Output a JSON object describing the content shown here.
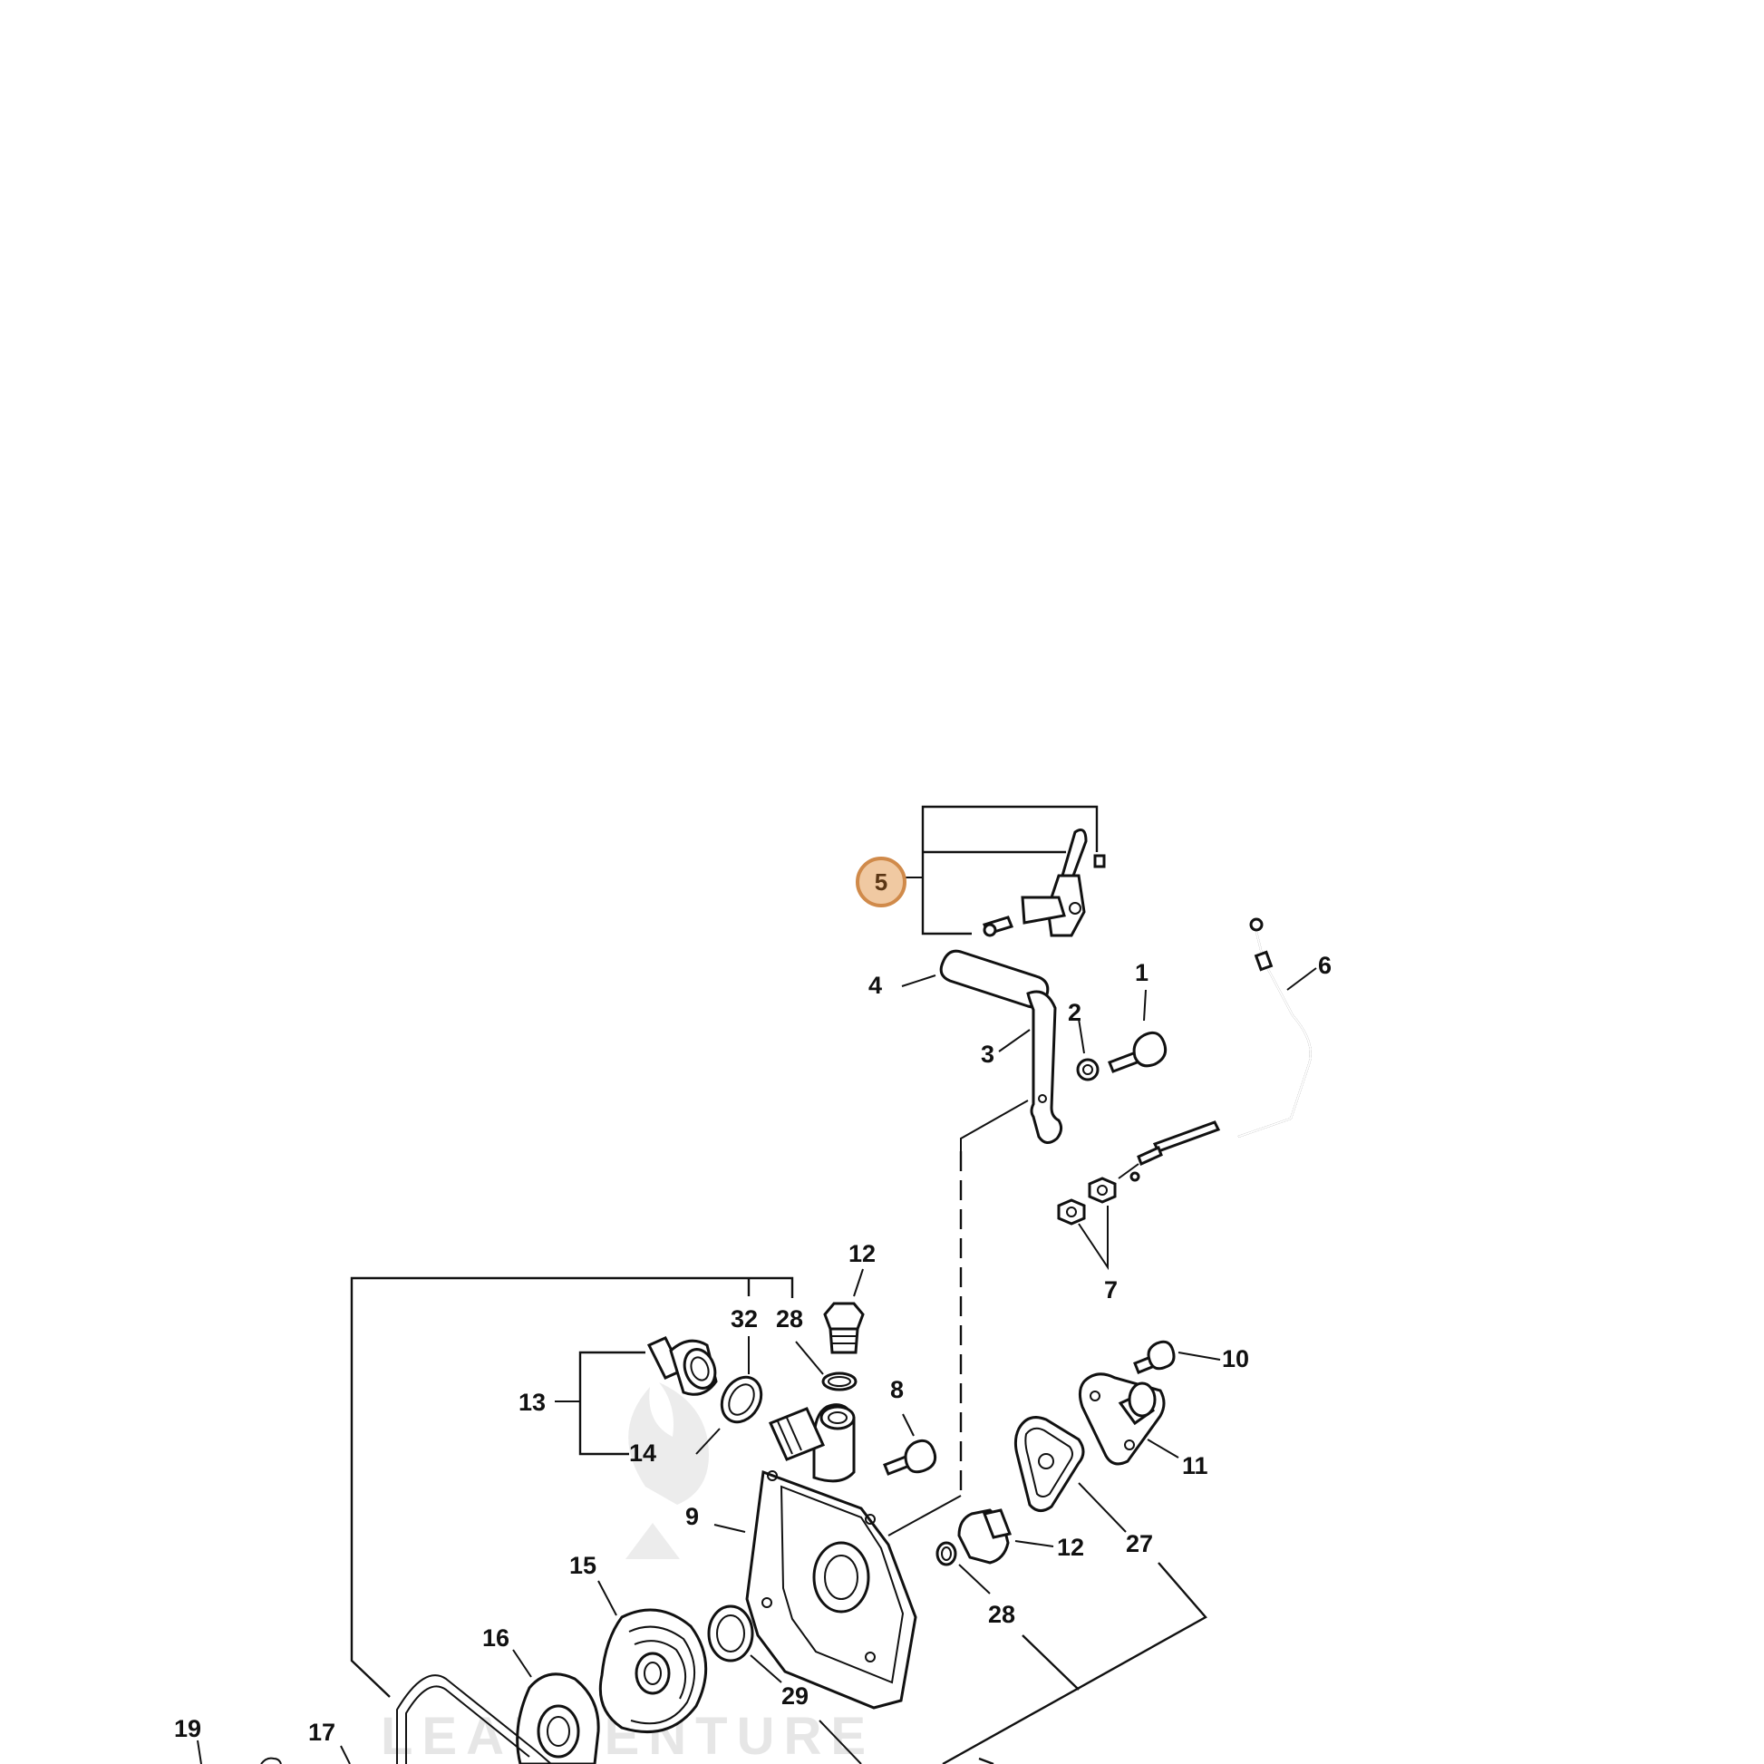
{
  "diagram": {
    "highlighted_part": "5",
    "highlight_color": "#f0c9a2",
    "highlight_ring_color": "#d08a4a",
    "watermark_text": "LEADVENTURE",
    "labels": {
      "p1": "1",
      "p2": "2",
      "p3": "3",
      "p4": "4",
      "p5": "5",
      "p6": "6",
      "p7": "7",
      "p8": "8",
      "p9": "9",
      "p10": "10",
      "p11": "11",
      "p12a": "12",
      "p12b": "12",
      "p13": "13",
      "p14": "14",
      "p15": "15",
      "p16": "16",
      "p17": "17",
      "p19": "19",
      "p27": "27",
      "p28a": "28",
      "p28b": "28",
      "p29": "29",
      "p32": "32"
    }
  }
}
